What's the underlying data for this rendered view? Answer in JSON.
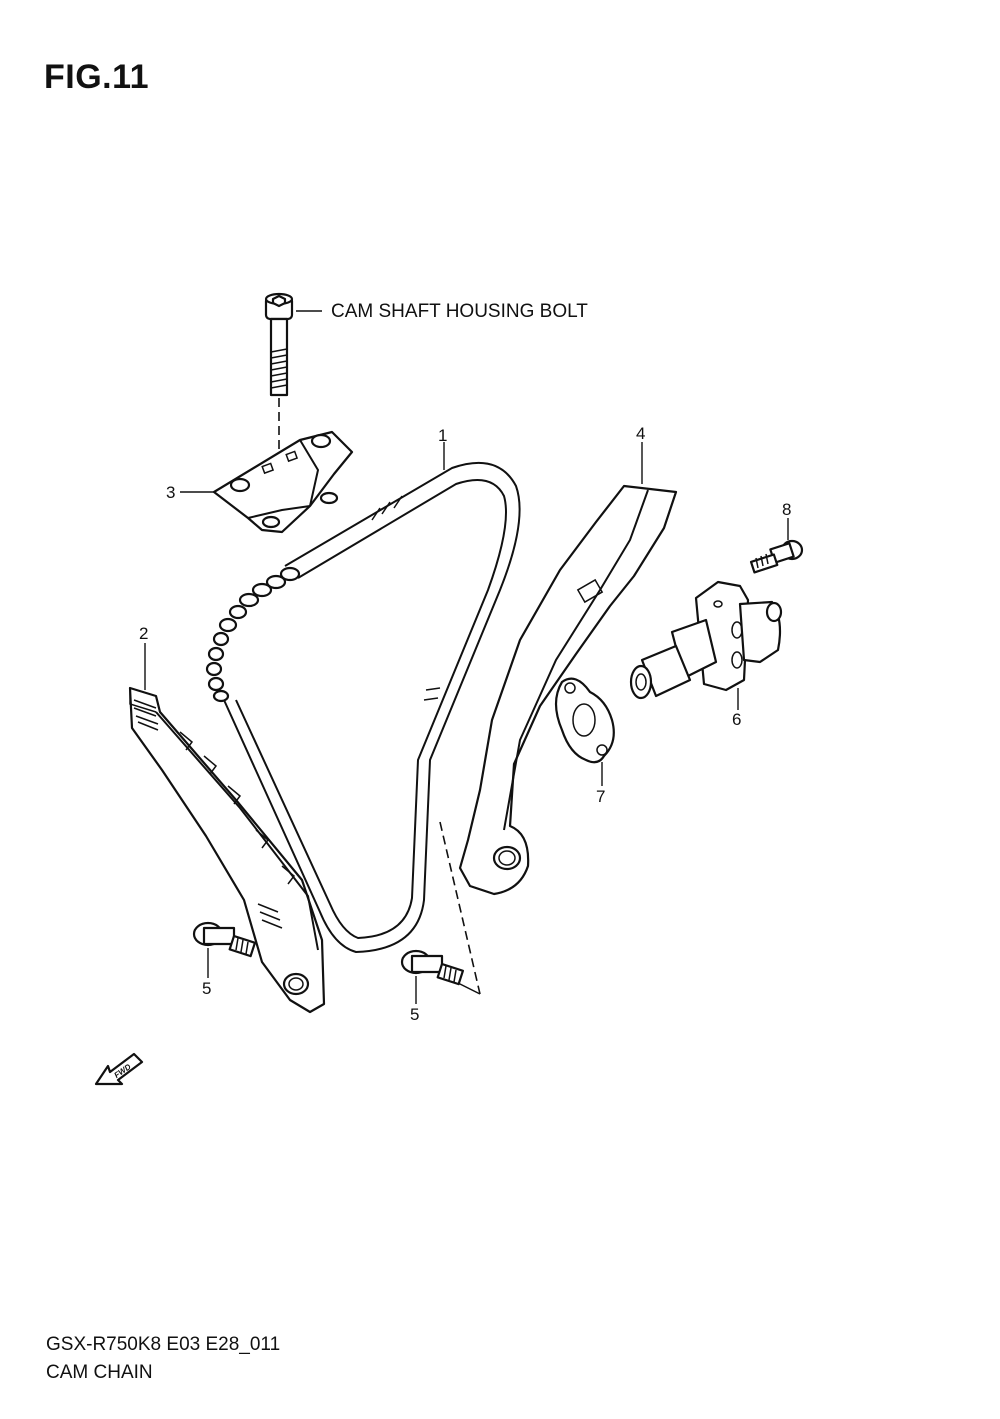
{
  "figure": {
    "title": "FIG.11"
  },
  "callouts": {
    "housing_bolt": "CAM SHAFT HOUSING BOLT",
    "p1": "1",
    "p2": "2",
    "p3": "3",
    "p4": "4",
    "p5a": "5",
    "p5b": "5",
    "p6": "6",
    "p7": "7",
    "p8": "8"
  },
  "fwd_label": "FWD",
  "footer": {
    "code": "GSX-R750K8 E03 E28_011",
    "name": "CAM CHAIN"
  }
}
